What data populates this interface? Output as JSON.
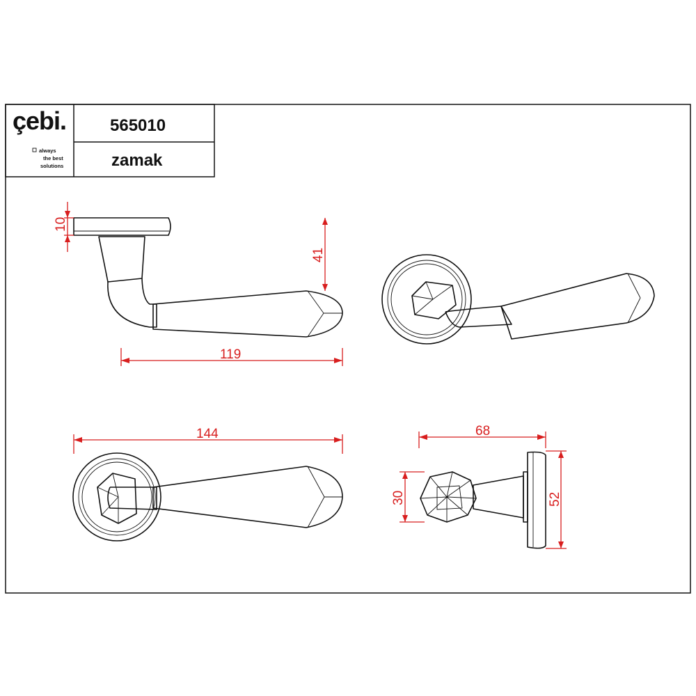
{
  "title_block": {
    "brand": "çebi.",
    "tagline": [
      "always",
      "the best",
      "solutions"
    ],
    "product_code": "565010",
    "material": "zamak"
  },
  "dimensions": {
    "rose_thickness": "10",
    "handle_height": "41",
    "projection": "119",
    "handle_length": "144",
    "rose_depth": "68",
    "grip_diameter": "30",
    "rose_diameter": "52"
  },
  "colors": {
    "line": "#111111",
    "dimension": "#d81e1e"
  }
}
